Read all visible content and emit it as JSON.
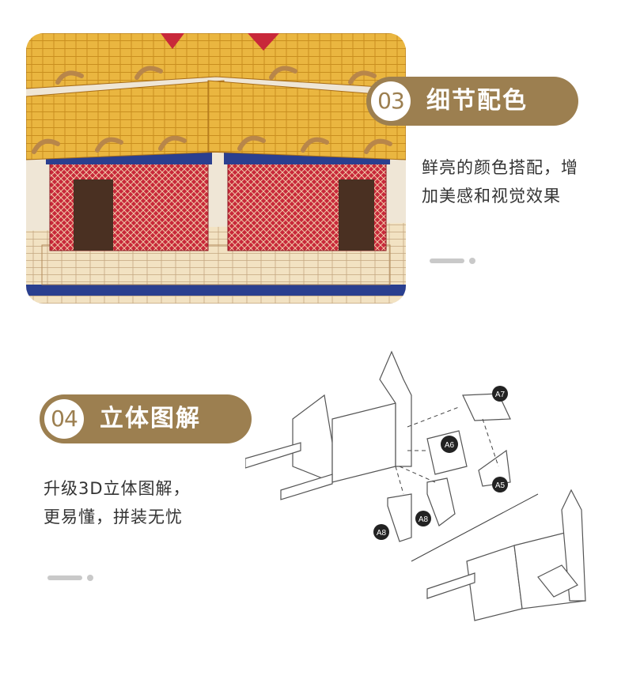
{
  "section_03": {
    "number": "03",
    "title": "细节配色",
    "description_line1": "鲜亮的颜色搭配，增",
    "description_line2": "加美感和视觉效果"
  },
  "section_04": {
    "number": "04",
    "title": "立体图解",
    "description_line1": "升级3D立体图解，",
    "description_line2": "更易懂，拼装无忧"
  },
  "diagram_labels": {
    "a7": "A7",
    "a6": "A6",
    "a5": "A5",
    "a8_left": "A8",
    "a8_right": "A8"
  },
  "colors": {
    "accent": "#9c7f50",
    "roof": "#e8b23a",
    "wall_red": "#c8283a",
    "trim_blue": "#2a3f8f"
  }
}
